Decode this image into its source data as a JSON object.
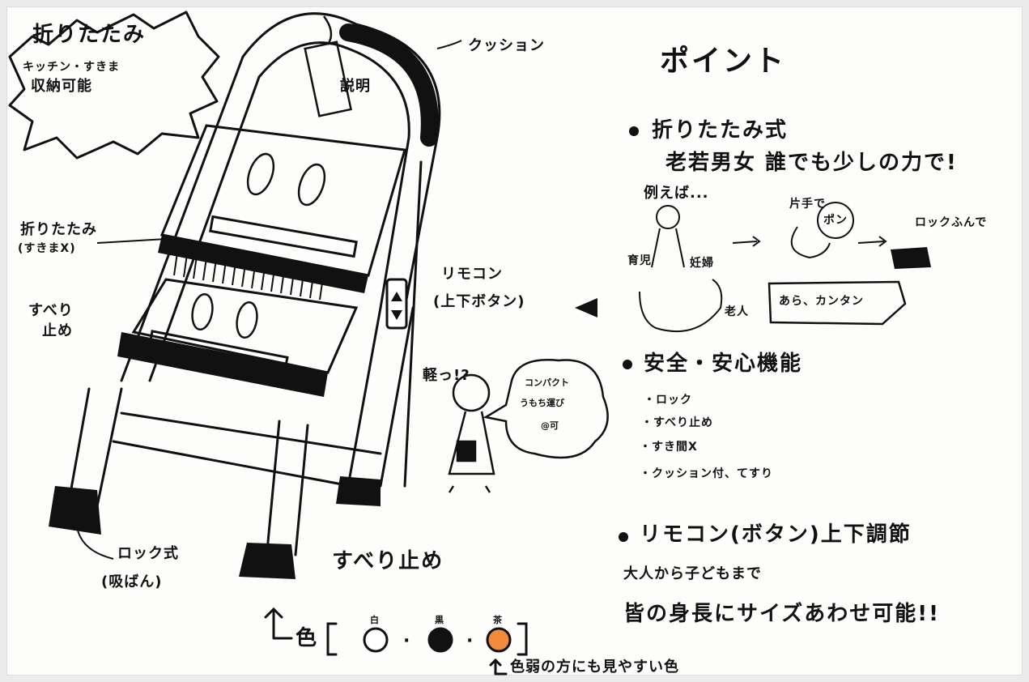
{
  "notes": {
    "fold_burst": [
      "折りたたみ",
      "キッチン・すきま",
      "収納可能"
    ],
    "cushion": "クッション",
    "manual": "説明",
    "fold_gap": [
      "折りたたみ",
      "(すきまX)"
    ],
    "nonslip_left": [
      "すべり",
      "止め"
    ],
    "remote": [
      "リモコン",
      "(上下ボタン)"
    ],
    "lock_feet": [
      "ロック式",
      "(吸ばん)"
    ],
    "nonslip_bottom": "すべり止め",
    "color_label": "色",
    "colors": [
      {
        "name": "白",
        "hex": "#ffffff"
      },
      {
        "name": "黒",
        "hex": "#111111"
      },
      {
        "name": "茶",
        "hex": "#f08a3c"
      }
    ],
    "color_note": "色弱の方にも見やすい色"
  },
  "points": {
    "title": "ポイント",
    "section1": {
      "title": "折りたたみ式",
      "subtitle": "老若男女 誰でも少しの力で!",
      "example": "例えば...",
      "people": [
        "育児",
        "妊婦",
        "老人"
      ],
      "step1": "片手で",
      "pon": "ポン",
      "step2": "ロックふんで",
      "easy": "あら、カンタン"
    },
    "character": {
      "light": "軽っ!?",
      "bubble": [
        "コンパクト",
        "うもち運び",
        "@可"
      ]
    },
    "section2": {
      "title": "安全・安心機能",
      "items": [
        "・ロック",
        "・すべり止め",
        "・すき間X",
        "・クッション付、てすり"
      ]
    },
    "section3": {
      "title": "リモコン(ボタン)上下調節",
      "line1": "大人から子どもまで",
      "line2": "皆の身長にサイズあわせ可能!!"
    }
  }
}
